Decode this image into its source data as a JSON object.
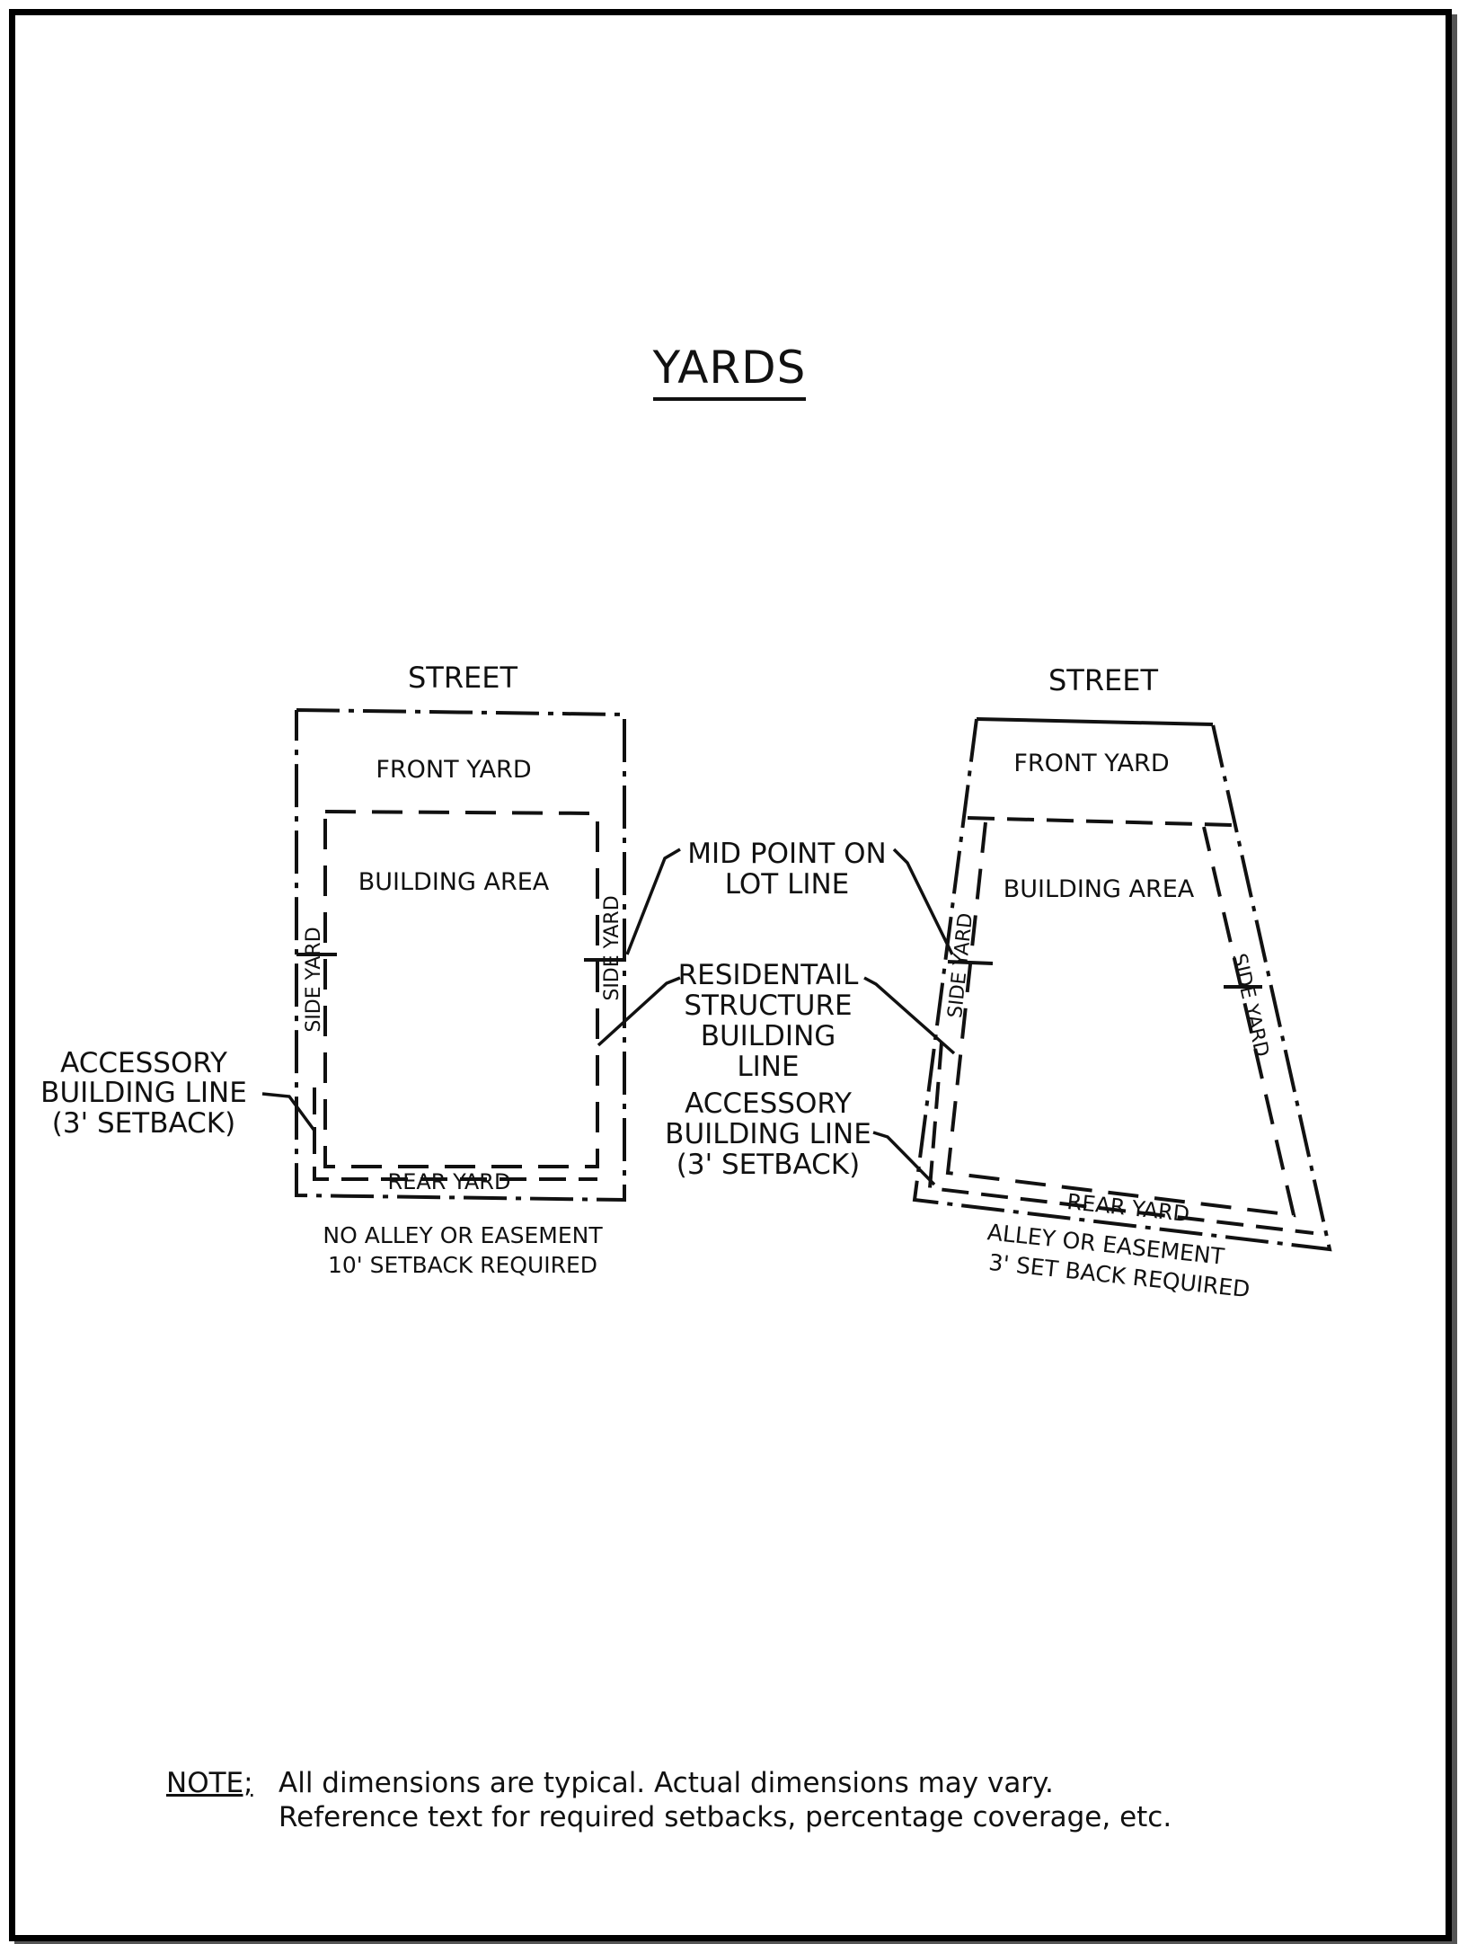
{
  "title": "YARDS",
  "left_lot": {
    "street": "STREET",
    "front_yard": "FRONT YARD",
    "building_area": "BUILDING AREA",
    "side_yard_left": "SIDE YARD",
    "side_yard_right": "SIDE YARD",
    "rear_yard": "REAR YARD",
    "caption_line1": "NO ALLEY OR EASEMENT",
    "caption_line2": "10' SETBACK REQUIRED"
  },
  "right_lot": {
    "street": "STREET",
    "front_yard": "FRONT YARD",
    "building_area": "BUILDING AREA",
    "side_yard_left": "SIDE YARD",
    "side_yard_right": "SIDE YARD",
    "rear_yard": "REAR YARD",
    "caption_line1": "ALLEY OR EASEMENT",
    "caption_line2": "3' SET BACK REQUIRED"
  },
  "callouts": {
    "accessory_left": [
      "ACCESSORY",
      "BUILDING LINE",
      "(3' SETBACK)"
    ],
    "mid_point": [
      "MID POINT ON",
      "LOT LINE"
    ],
    "residential": [
      "RESIDENTAIL",
      "STRUCTURE",
      "BUILDING",
      "LINE"
    ],
    "accessory_center": [
      "ACCESSORY",
      "BUILDING LINE",
      "(3' SETBACK)"
    ]
  },
  "note": {
    "label": "NOTE;",
    "line1": "All dimensions are typical.  Actual dimensions may vary.",
    "line2": "Reference text for required setbacks, percentage coverage, etc."
  }
}
